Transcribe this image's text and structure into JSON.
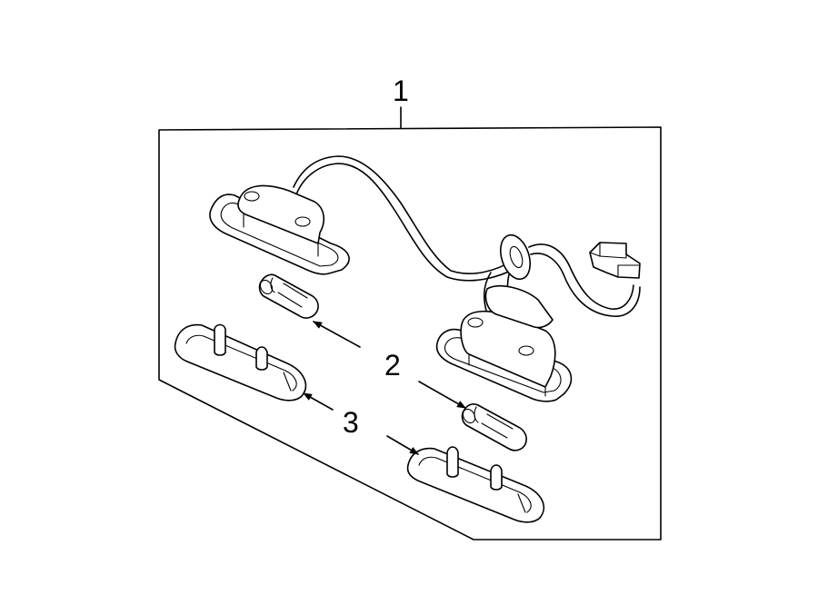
{
  "callouts": {
    "assembly": "1",
    "bulb": "2",
    "lens": "3"
  },
  "colors": {
    "line": "#000000",
    "background": "#ffffff"
  }
}
